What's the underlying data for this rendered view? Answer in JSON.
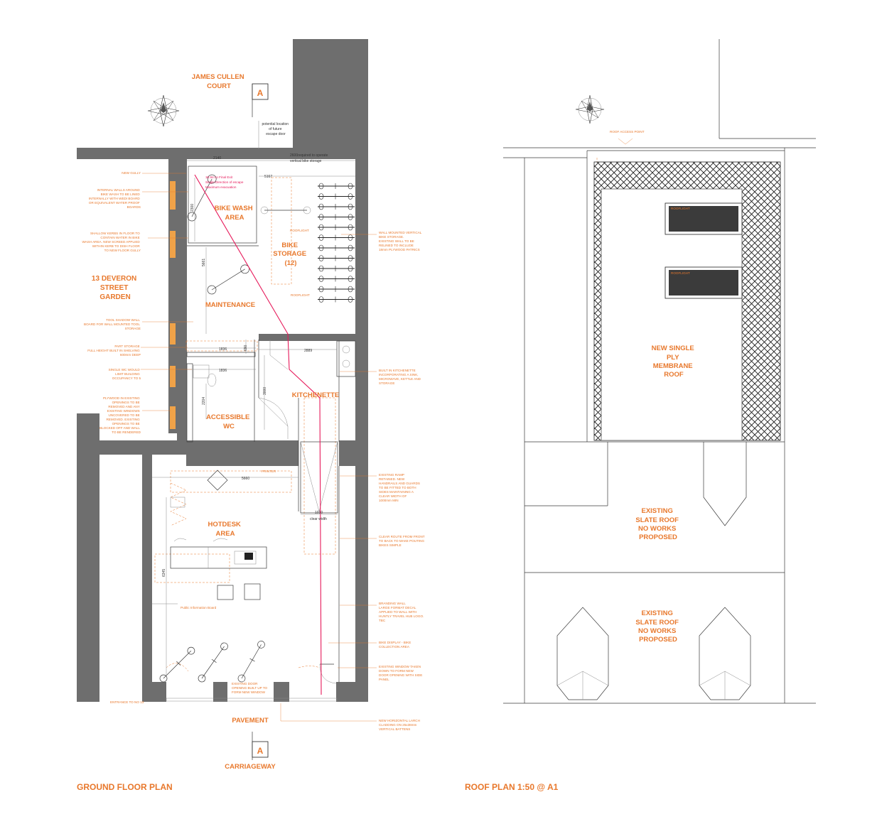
{
  "ground_floor_plan": {
    "title": "GROUND FLOOR PLAN",
    "section_marker": "A",
    "rooms": {
      "james_cullen_court": [
        "JAMES CULLEN",
        "COURT"
      ],
      "garden": [
        "13 DEVERON",
        "STREET",
        "GARDEN"
      ],
      "bike_wash_area": [
        "BIKE WASH",
        "AREA"
      ],
      "bike_storage": [
        "BIKE",
        "STORAGE",
        "(12)"
      ],
      "maintenance": "MAINTENANCE",
      "kitchenette": "KITCHENETTE",
      "accessible_wc": [
        "ACCESSIBLE",
        "WC"
      ],
      "hotdesk_area": [
        "HOTDESK",
        "AREA"
      ],
      "pavement": "PAVEMENT",
      "carriageway": "CARRIAGEWAY"
    },
    "dimensions": {
      "d2140": "2140",
      "d2600": "2600required to operate",
      "d2600b": "vertical bike storage",
      "d5167": "5167",
      "d2300": "2300",
      "d5661": "5661",
      "d1836a": "1836",
      "d690": "690",
      "d2889": "2889",
      "d1836b": "1836",
      "d3000": "3000",
      "d2204": "2204",
      "d5660": "5660",
      "d1010": "1010",
      "clearwidth": "clear width",
      "d6345": "6345"
    },
    "small_labels": {
      "escape_door": [
        "potential location",
        "of future",
        "escape door"
      ],
      "final_exit": [
        "16.9m to Final Exit",
        "Single Direction of escape",
        "Maximum evacuation"
      ],
      "rooflight_1": "ROOFLIGHT",
      "rooflight_2": "ROOFLIGHT",
      "printer": "PRINTER",
      "public_info_board": "Public Information Board",
      "entrance": "ENTRANCE TO NO 13",
      "existing_door": [
        "EXISTING DOOR",
        "OPENING BUILT UP TO",
        "FORM NEW WINDOW"
      ]
    },
    "left_notes": {
      "new_gully": [
        "NEW GULLY"
      ],
      "internal_walls": [
        "INTERNAL WALLS AROUND",
        "BIKE WASH TO BE LINED",
        "INTERNALLY WITH WEDI BOARD",
        "OR EQUIVALENT WATER PROOF",
        "BOARDS"
      ],
      "shallow_kerbs": [
        "SHALLOW KERBS IN FLOOR  TO",
        "CONTAIN WATER IN BIKE",
        "WASH AREA. NEW SCREED APPLIED",
        "WITHIN KERB TO DISH FLOOR",
        "TO NEW FLOOR GULLY"
      ],
      "tool_shadow": [
        "TOOL SHADOW WALL",
        "BOARD FOR WALL MOUNTED TOOL",
        "STORAGE"
      ],
      "part_storage": [
        "PART STORAGE",
        "FULL HEIGHT BUILT IN SHELVING",
        "600mm DEEP"
      ],
      "single_wc": [
        "SINGLE WC WOULD",
        "LIMIT BUILDING",
        "OCCUPANCY TO 5"
      ],
      "plywood": [
        "PLYWOOD IN EXISTING",
        "OPENINGS TO BE",
        "REMOVED AND ANY",
        "EXISTING WINDOWS",
        "UNCOVERED TO BE",
        "REMOVED.  EXISTING",
        "OPENINGS TO BE",
        "BLOCKED OFF AND WALL",
        "TO BE RENDERED"
      ]
    },
    "right_notes": {
      "wall_mounted": [
        "WALL MOUNTED VERTICAL",
        "BIKE STORAGE.",
        "EXISTING WALL TO BE",
        "RELINED TO INCLUDE",
        "18mm PLYWOOD PATRICS"
      ],
      "built_in_kitchenette": [
        "BUILT IN KITCHENETTE",
        "INCORPORATING A SINK,",
        "MICROWAVE, KETTLE AND",
        "STORAGE"
      ],
      "existing_ramp": [
        "EXISTING RAMP",
        "RETAINED.  NEW",
        "HANDRAILS AND GUARDS",
        "TO BE FITTED TO BOTH",
        "SIDES MAINTAINING A",
        "CLEAR WIDTH OF",
        "1000mm MIN"
      ],
      "clear_route": [
        "CLEAR ROUTE FROM FRONT",
        "TO BACK TO MAKE POUTING",
        "BIKES SIMPLE"
      ],
      "branding_wall": [
        "BRANDING WALL",
        "LARGE FORMAT DECAL",
        "APPLIED TO WALL WITH",
        "HUNTLY TRAVEL HUB LOGO.",
        "TBC"
      ],
      "bike_display": [
        "BIKE DISPLAY - BIKE",
        "COLLECTION AREA"
      ],
      "existing_window": [
        "EXISTING WINDOW TAKEN",
        "DOWN TO FORM NEW",
        "DOOR OPENING WITH SIDE",
        "PANEL"
      ],
      "larch_cladding": [
        "NEW HORIZONTAL LARCH",
        "CLADDING ON 25x38mm",
        "VERTICAL BATTENS"
      ]
    }
  },
  "roof_plan": {
    "title": "ROOF PLAN 1:50 @ A1",
    "roof_access_point": "ROOF ACCESS POINT",
    "rooflight_1": "ROOFLIGHT",
    "rooflight_2": "ROOFLIGHT",
    "membrane_roof": [
      "NEW SINGLE",
      "PLY",
      "MEMBRANE",
      "ROOF"
    ],
    "slate_roof_1": [
      "EXISTING",
      "SLATE ROOF",
      "NO WORKS",
      "PROPOSED"
    ],
    "slate_roof_2": [
      "EXISTING",
      "SLATE ROOF",
      "NO WORKS",
      "PROPOSED"
    ]
  },
  "colors": {
    "accent": "#e8782c",
    "wall": "#6e6e6e",
    "escape_route": "#e6195a",
    "rooflight": "#3b3b3b"
  }
}
